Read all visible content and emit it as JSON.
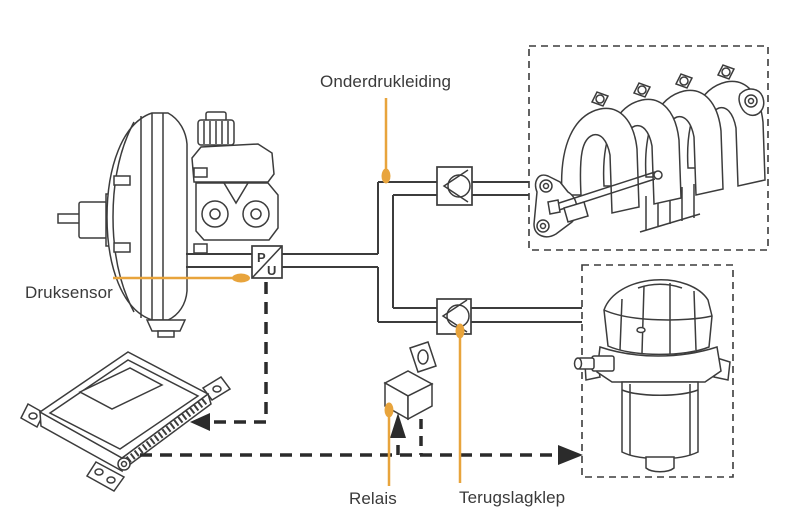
{
  "colors": {
    "accent_orange": "#E8A43C",
    "line_dark": "#3C3C3C",
    "wire_black": "#2B2B2B",
    "text": "#3A3A3A",
    "background": "#FFFFFF"
  },
  "labels": {
    "onderdrukleiding": "Onderdrukleiding",
    "druksensor": "Druksensor",
    "relais": "Relais",
    "terugslagklep": "Terugslagklep"
  },
  "sensor_box": {
    "top_letter": "P",
    "bottom_letter": "U"
  },
  "components": {
    "brake_booster": "brake-booster-with-master-cylinder",
    "pressure_sensor": "pressure-voltage-sensor",
    "check_valve_top": "check-valve",
    "check_valve_bottom": "check-valve",
    "intake_manifold": "intake-manifold",
    "vacuum_pump": "electric-vacuum-pump",
    "ecu": "engine-control-unit",
    "relay": "relay"
  }
}
